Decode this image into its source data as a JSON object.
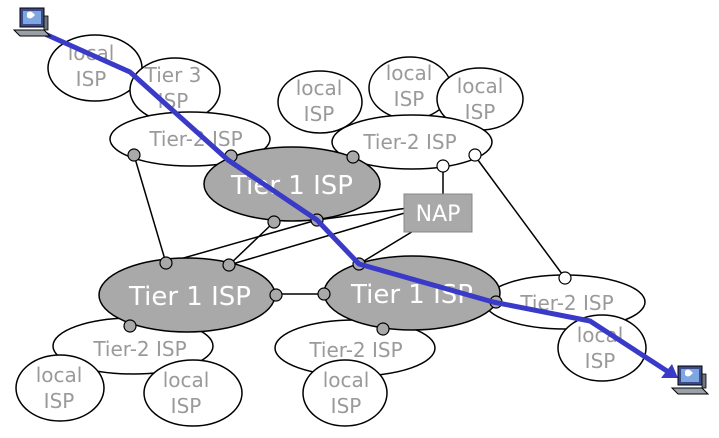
{
  "tier1": {
    "label": "Tier 1 ISP"
  },
  "tier2": {
    "label": "Tier-2 ISP"
  },
  "tier3": {
    "line1": "Tier 3",
    "line2": "ISP"
  },
  "local": {
    "line1": "local",
    "line2": "ISP"
  },
  "nap": {
    "label": "NAP"
  },
  "colors": {
    "tier1_fill": "#a9a9a9",
    "path": "#3a3ac8",
    "text_gray": "#9a9a9a"
  },
  "icons": [
    "computer-icon",
    "computer-icon"
  ]
}
